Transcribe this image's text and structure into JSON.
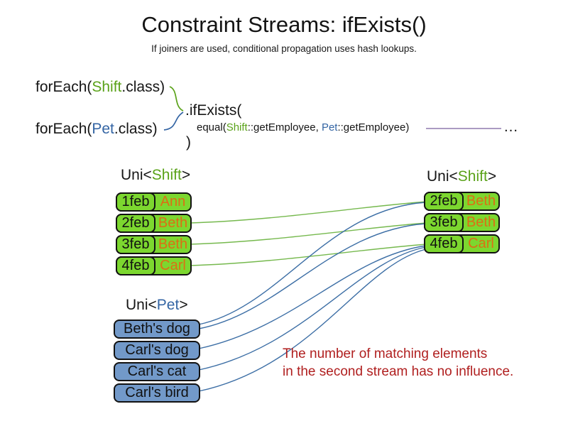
{
  "title": "Constraint Streams: ifExists()",
  "subtitle": "If joiners are used, conditional propagation uses hash lookups.",
  "code": {
    "foreach_shift": {
      "pre": "forEach(",
      "type": "Shift",
      "post": ".class)"
    },
    "foreach_pet": {
      "pre": "forEach(",
      "type": "Pet",
      "post": ".class)"
    },
    "if_exists": ".ifExists(",
    "equal": {
      "pre": "equal(",
      "left_type": "Shift",
      "left_rest": "::getEmployee, ",
      "right_type": "Pet",
      "right_rest": "::getEmployee)"
    },
    "close_paren": ")",
    "ellipsis": "…"
  },
  "left_stream": {
    "label": {
      "pre": "Uni<",
      "type": "Shift",
      "post": ">"
    },
    "rows": [
      {
        "date": "1feb",
        "name": "Ann"
      },
      {
        "date": "2feb",
        "name": "Beth"
      },
      {
        "date": "3feb",
        "name": "Beth"
      },
      {
        "date": "4feb",
        "name": "Carl"
      }
    ]
  },
  "right_stream": {
    "label": {
      "pre": "Uni<",
      "type": "Shift",
      "post": ">"
    },
    "rows": [
      {
        "date": "2feb",
        "name": "Beth"
      },
      {
        "date": "3feb",
        "name": "Beth"
      },
      {
        "date": "4feb",
        "name": "Carl"
      }
    ]
  },
  "pet_stream": {
    "label": {
      "pre": "Uni<",
      "type": "Pet",
      "post": ">"
    },
    "items": [
      "Beth's dog",
      "Carl's dog",
      "Carl's cat",
      "Carl's bird"
    ]
  },
  "note": {
    "line1": "The number of matching elements",
    "line2": "in the second stream has no influence."
  },
  "colors": {
    "shift_green_text": "#5aa219",
    "pet_blue_text": "#3465a4",
    "cell_green": "#7cd72f",
    "cell_blue": "#7299c9",
    "name_orange": "#dd6e14",
    "note_red": "#b01f1f",
    "wire_green": "#76b94e",
    "wire_blue": "#3c6ea5",
    "wire_purple": "#8f7aae"
  },
  "connections": {
    "shift_to_shift": [
      {
        "from": "2feb Beth",
        "to": "2feb Beth"
      },
      {
        "from": "3feb Beth",
        "to": "3feb Beth"
      },
      {
        "from": "4feb Carl",
        "to": "4feb Carl"
      }
    ],
    "pet_to_shift": [
      {
        "from": "Beth's dog",
        "to": "2feb Beth"
      },
      {
        "from": "Beth's dog",
        "to": "3feb Beth"
      },
      {
        "from": "Carl's dog",
        "to": "4feb Carl"
      },
      {
        "from": "Carl's cat",
        "to": "4feb Carl"
      },
      {
        "from": "Carl's bird",
        "to": "4feb Carl"
      }
    ]
  }
}
